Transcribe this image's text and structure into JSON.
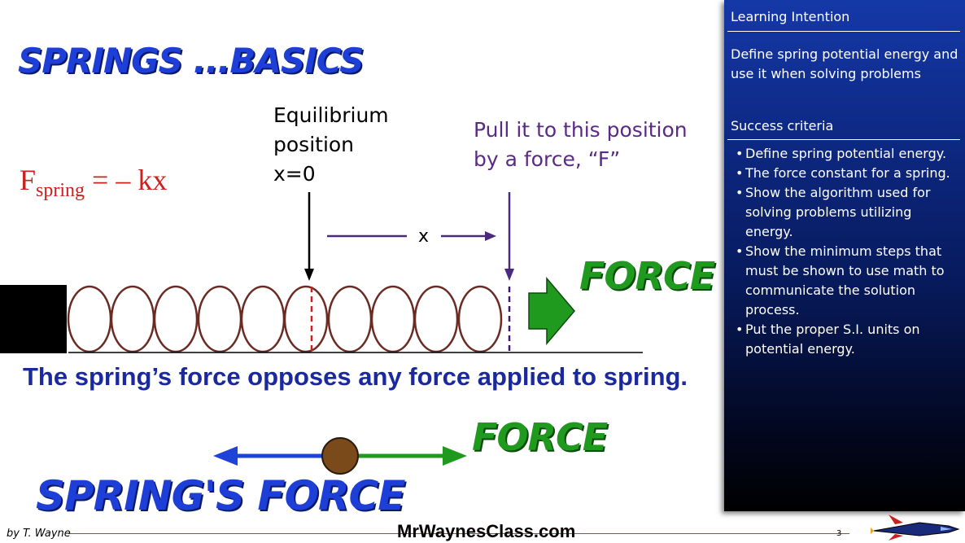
{
  "title": "Springs ...Basics",
  "formula": {
    "main": "F",
    "sub": "spring",
    "rest": " = – kx"
  },
  "equilibrium_label": [
    "Equilibrium",
    "position",
    "x=0"
  ],
  "pull_label": [
    "Pull it to this position",
    "by a force, “F”"
  ],
  "x_label": "x",
  "force_label_1": "Force",
  "force_label_2": "Force",
  "statement": "The spring’s force opposes any force applied to spring.",
  "springs_force_label": "Spring's Force",
  "footer": {
    "author": "by T. Wayne",
    "site": "MrWaynesClass.com",
    "page": "3"
  },
  "panel": {
    "learning_intention_heading": "Learning Intention",
    "learning_intention_text": "Define spring potential energy and use it when solving problems",
    "success_criteria_heading": "Success criteria",
    "success_criteria": [
      "Define spring potential energy.",
      "The force constant for a spring.",
      "Show the algorithm used for solving problems utilizing energy.",
      "Show the minimum steps that must be shown to use math to communicate the solution process.",
      "Put the proper S.I. units on potential energy."
    ]
  },
  "colors": {
    "title_blue": "#1d3fd8",
    "formula_red": "#c9211e",
    "pull_purple": "#5b2a86",
    "force_green": "#1f9a1f",
    "statement_blue": "#1a2a9e",
    "coil_brown": "#6b2a22",
    "ball_brown": "#7a4a1a",
    "arrow_blue": "#1f43d6"
  },
  "icons": [
    "rocket-logo"
  ]
}
